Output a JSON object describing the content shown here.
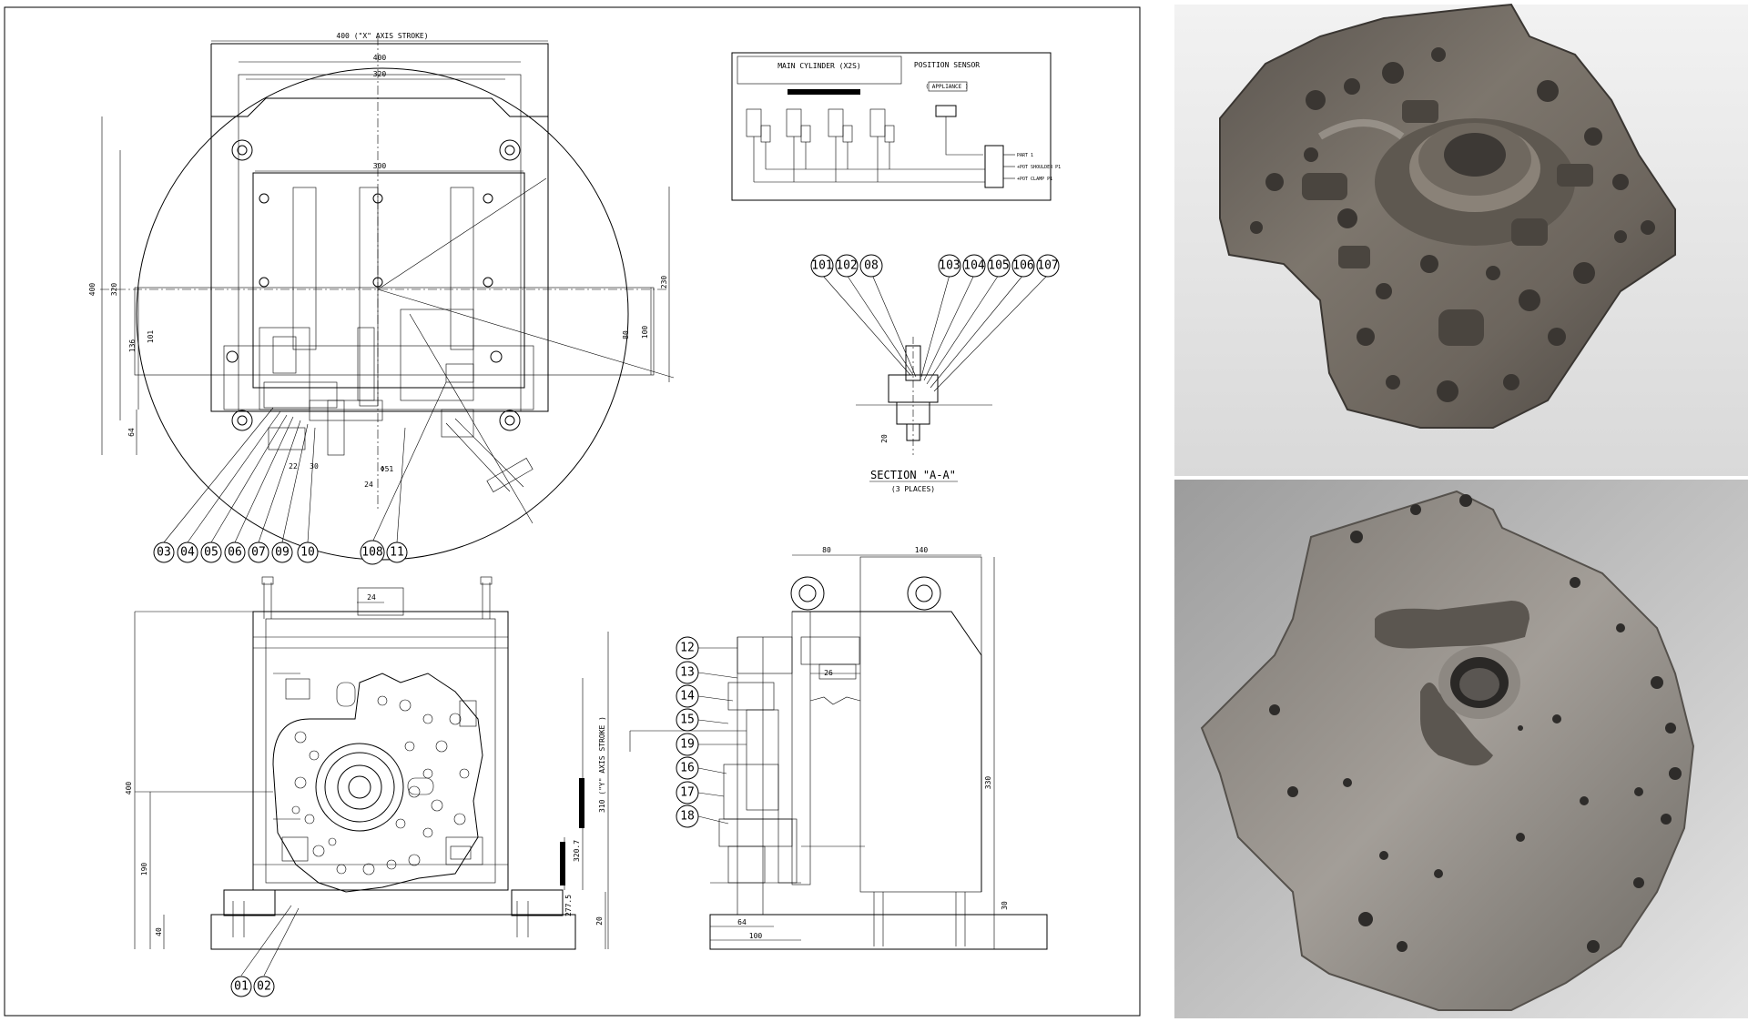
{
  "drawing": {
    "top_view": {
      "dims": {
        "x_axis_stroke": "400 (\"X\" AXIS STROKE)",
        "w400": "400",
        "w320": "320",
        "w300": "300",
        "h400": "400",
        "h320": "320",
        "h230": "230",
        "h100": "100",
        "d64": "64",
        "d30": "30",
        "d24": "24",
        "d22": "22",
        "phi": "Φ51",
        "d101": "101",
        "d136": "136",
        "d80": "80"
      },
      "callouts_bottom": [
        "03",
        "04",
        "05",
        "06",
        "07",
        "09",
        "10"
      ],
      "callouts_mid": [
        "108",
        "11"
      ]
    },
    "pneumatic": {
      "main_cylinder": "MAIN CYLINDER (X2S)",
      "position_sensor": "POSITION SENSOR",
      "sensor_sub": "( APPLIANCE )",
      "lines": [
        "PART 1",
        "+POT SHOULDER P1",
        "+POT CLAMP P1"
      ]
    },
    "section": {
      "callouts_left": [
        "101",
        "102",
        "08"
      ],
      "callouts_right": [
        "103",
        "104",
        "105",
        "106",
        "107"
      ],
      "title": "SECTION \"A-A\"",
      "subtitle": "(3 PLACES)",
      "dim": "20"
    },
    "front_view": {
      "dims": {
        "h400": "400",
        "h190": "190",
        "h40": "40",
        "h20": "20",
        "w24": "24",
        "y_axis_stroke": "310 (\"Y\" AXIS STROKE )",
        "d3207": "320.7",
        "d2775": "277.5"
      },
      "callouts": [
        "01",
        "02"
      ]
    },
    "side_view": {
      "dims": {
        "w80": "80",
        "w140": "140",
        "h330": "330",
        "d64": "64",
        "d100": "100",
        "d30": "30",
        "d26": "26"
      },
      "callouts": [
        "12",
        "13",
        "14",
        "15",
        "19",
        "16",
        "17",
        "18"
      ]
    }
  },
  "photos": [
    {
      "name": "part-photo-top"
    },
    {
      "name": "part-photo-bottom"
    }
  ]
}
